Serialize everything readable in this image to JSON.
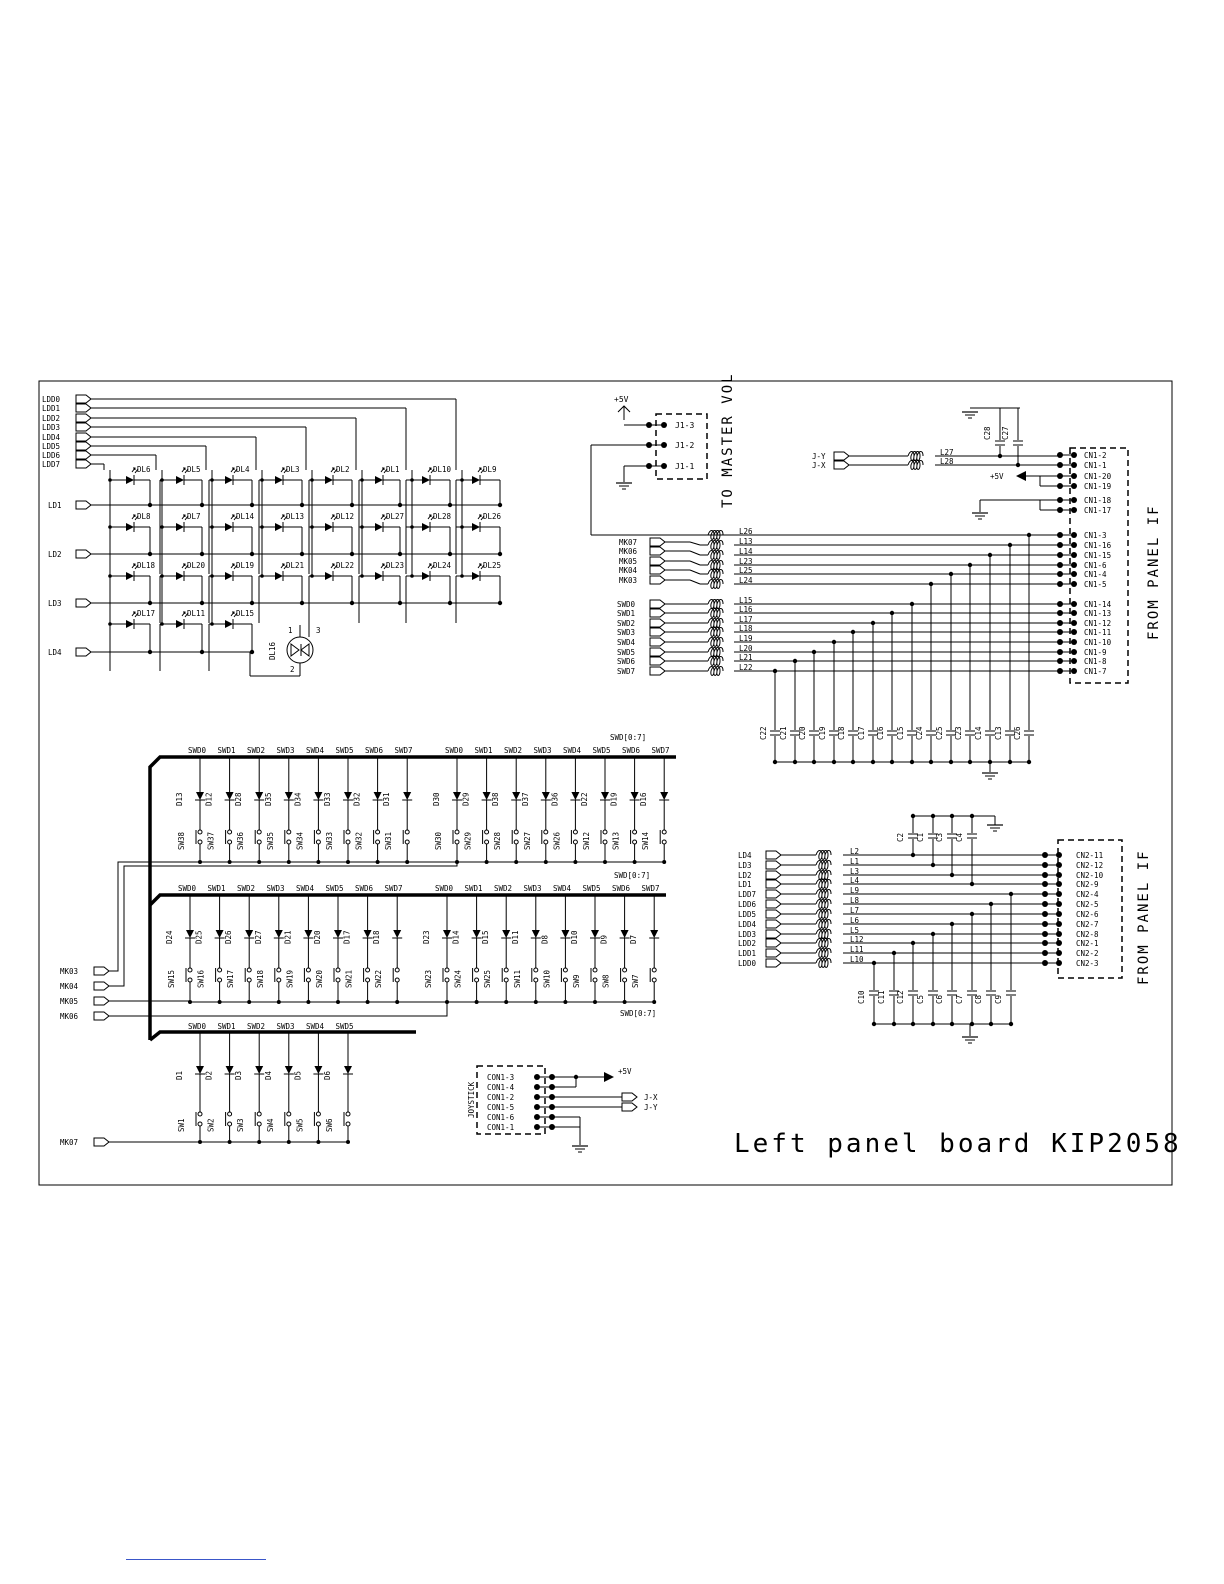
{
  "title": "Left panel board KIP2058",
  "side_labels": {
    "panel_if_1": "FROM PANEL IF",
    "panel_if_2": "FROM PANEL IF",
    "master_vol": "TO MASTER VOL"
  },
  "colors": {
    "ink": "#000000",
    "paper": "#ffffff",
    "rule": "#3a56c9"
  },
  "led_block": {
    "ldd_inputs": [
      "LDD0",
      "LDD1",
      "LDD2",
      "LDD3",
      "LDD4",
      "LDD5",
      "LDD6",
      "LDD7"
    ],
    "ld_inputs": [
      "LD1",
      "LD2",
      "LD3",
      "LD4"
    ],
    "rows": [
      [
        "DL6",
        "DL5",
        "DL4",
        "DL3",
        "DL2",
        "DL1",
        "DL10",
        "DL9"
      ],
      [
        "DL8",
        "DL7",
        "DL14",
        "DL13",
        "DL12",
        "DL27",
        "DL28",
        "DL26"
      ],
      [
        "DL18",
        "DL20",
        "DL19",
        "DL21",
        "DL22",
        "DL23",
        "DL24",
        "DL25"
      ],
      [
        "DL17",
        "DL11",
        "DL15"
      ]
    ],
    "bicolor": {
      "ref": "DL16",
      "pins": [
        "1",
        "2",
        "3"
      ]
    }
  },
  "master_vol": {
    "supply": "+5V",
    "pins": [
      "J1-3",
      "J1-2",
      "J1-1"
    ]
  },
  "cn1": {
    "top_nets": [
      "J-Y",
      "J-X"
    ],
    "top_inductors": [
      "L27",
      "L28"
    ],
    "top_caps": [
      "C28",
      "C27"
    ],
    "supply": "+5V",
    "top_pins": [
      "CN1-2",
      "CN1-1",
      "CN1-20",
      "CN1-19",
      "CN1-18",
      "CN1-17"
    ],
    "mk_nets": [
      "MK07",
      "MK06",
      "MK05",
      "MK04",
      "MK03"
    ],
    "mk_inductors": [
      "L26",
      "L13",
      "L14",
      "L23",
      "L25",
      "L24"
    ],
    "mk_pins": [
      "CN1-3",
      "CN1-16",
      "CN1-15",
      "CN1-6",
      "CN1-4",
      "CN1-5"
    ],
    "swd_nets": [
      "SWD0",
      "SWD1",
      "SWD2",
      "SWD3",
      "SWD4",
      "SWD5",
      "SWD6",
      "SWD7"
    ],
    "swd_inductors": [
      "L15",
      "L16",
      "L17",
      "L18",
      "L19",
      "L20",
      "L21",
      "L22"
    ],
    "swd_pins": [
      "CN1-14",
      "CN1-13",
      "CN1-12",
      "CN1-11",
      "CN1-10",
      "CN1-9",
      "CN1-8",
      "CN1-7"
    ],
    "caps": [
      "C22",
      "C21",
      "C20",
      "C19",
      "C18",
      "C17",
      "C16",
      "C15",
      "C24",
      "C25",
      "C23",
      "C14",
      "C13",
      "C26"
    ]
  },
  "switch_matrix": {
    "bus_label": "SWD[0:7]",
    "swd_header": [
      "SWD0",
      "SWD1",
      "SWD2",
      "SWD3",
      "SWD4",
      "SWD5",
      "SWD6",
      "SWD7"
    ],
    "swd_header_short": [
      "SWD0",
      "SWD1",
      "SWD2",
      "SWD3",
      "SWD4",
      "SWD5"
    ],
    "row1_diodes": [
      "D13",
      "D12",
      "D28",
      "D35",
      "D34",
      "D33",
      "D32",
      "D31",
      "D30",
      "D29",
      "D38",
      "D37",
      "D36",
      "D22",
      "D19",
      "D16"
    ],
    "row1_switches": [
      "SW38",
      "SW37",
      "SW36",
      "SW35",
      "SW34",
      "SW33",
      "SW32",
      "SW31",
      "SW30",
      "SW29",
      "SW28",
      "SW27",
      "SW26",
      "SW12",
      "SW13",
      "SW14"
    ],
    "row2_diodes": [
      "D24",
      "D25",
      "D26",
      "D27",
      "D21",
      "D20",
      "D17",
      "D18",
      "D23",
      "D14",
      "D15",
      "D11",
      "D8",
      "D10",
      "D9",
      "D7"
    ],
    "row2_switches": [
      "SW15",
      "SW16",
      "SW17",
      "SW18",
      "SW19",
      "SW20",
      "SW21",
      "SW22",
      "SW23",
      "SW24",
      "SW25",
      "SW11",
      "SW10",
      "SW9",
      "SW8",
      "SW7"
    ],
    "row3_diodes": [
      "D1",
      "D2",
      "D3",
      "D4",
      "D5",
      "D6"
    ],
    "row3_switches": [
      "SW1",
      "SW2",
      "SW3",
      "SW4",
      "SW5",
      "SW6"
    ],
    "mk_inputs": [
      "MK03",
      "MK04",
      "MK05",
      "MK06"
    ],
    "mk07": "MK07"
  },
  "joystick": {
    "label": "JOYSTICK",
    "pins": [
      "CON1-3",
      "CON1-4",
      "CON1-2",
      "CON1-5",
      "CON1-6",
      "CON1-1"
    ],
    "supply": "+5V",
    "outputs": [
      "J-X",
      "J-Y"
    ]
  },
  "cn2": {
    "left_nets": [
      "LD4",
      "LD3",
      "LD2",
      "LD1",
      "LDD7",
      "LDD6",
      "LDD5",
      "LDD4",
      "LDD3",
      "LDD2",
      "LDD1",
      "LDD0"
    ],
    "inductors": [
      "L2",
      "L1",
      "L3",
      "L4",
      "L9",
      "L8",
      "L7",
      "L6",
      "L5",
      "L12",
      "L11",
      "L10"
    ],
    "pins": [
      "CN2-11",
      "CN2-12",
      "CN2-10",
      "CN2-9",
      "CN2-4",
      "CN2-5",
      "CN2-6",
      "CN2-7",
      "CN2-8",
      "CN2-1",
      "CN2-2",
      "CN2-3"
    ],
    "top_caps": [
      "C2",
      "C1",
      "C3",
      "C4"
    ],
    "bottom_caps": [
      "C10",
      "C11",
      "C12",
      "C5",
      "C6",
      "C7",
      "C8",
      "C9"
    ]
  }
}
